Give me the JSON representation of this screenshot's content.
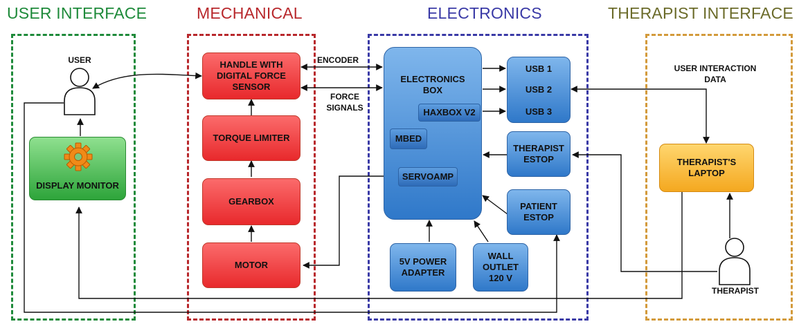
{
  "sections": {
    "user_interface": "USER INTERFACE",
    "mechanical": "MECHANICAL",
    "electronics": "ELECTRONICS",
    "therapist_interface": "THERAPIST INTERFACE"
  },
  "colors": {
    "user_interface": "#1e8a3a",
    "mechanical": "#b8282c",
    "electronics": "#3a3aa6",
    "therapist_interface": "#6b6b2a",
    "therapist_border": "#d39a3b"
  },
  "nodes": {
    "user": "USER",
    "display_monitor": "DISPLAY MONITOR",
    "handle": "HANDLE WITH\nDIGITAL FORCE\nSENSOR",
    "torque_limiter": "TORQUE LIMITER",
    "gearbox": "GEARBOX",
    "motor": "MOTOR",
    "electronics_box": "ELECTRONICS\nBOX",
    "haxbox": "HAXBOX V2",
    "mbed": "MBED",
    "servoamp": "SERVOAMP",
    "usb1": "USB 1",
    "usb2": "USB 2",
    "usb3": "USB 3",
    "therapist_estop": "THERAPIST\nESTOP",
    "patient_estop": "PATIENT\nESTOP",
    "power_adapter": "5V POWER\nADAPTER",
    "wall_outlet": "WALL\nOUTLET\n120 V",
    "therapists_laptop": "THERAPIST'S\nLAPTOP",
    "therapist": "THERAPIST"
  },
  "labels": {
    "encoder": "ENCODER",
    "force_signals": "FORCE\nSIGNALS",
    "user_interaction_data": "USER INTERACTION\nDATA"
  },
  "icons": {
    "gear": "gear-icon",
    "user_figure": "person-icon",
    "therapist_figure": "person-icon"
  }
}
